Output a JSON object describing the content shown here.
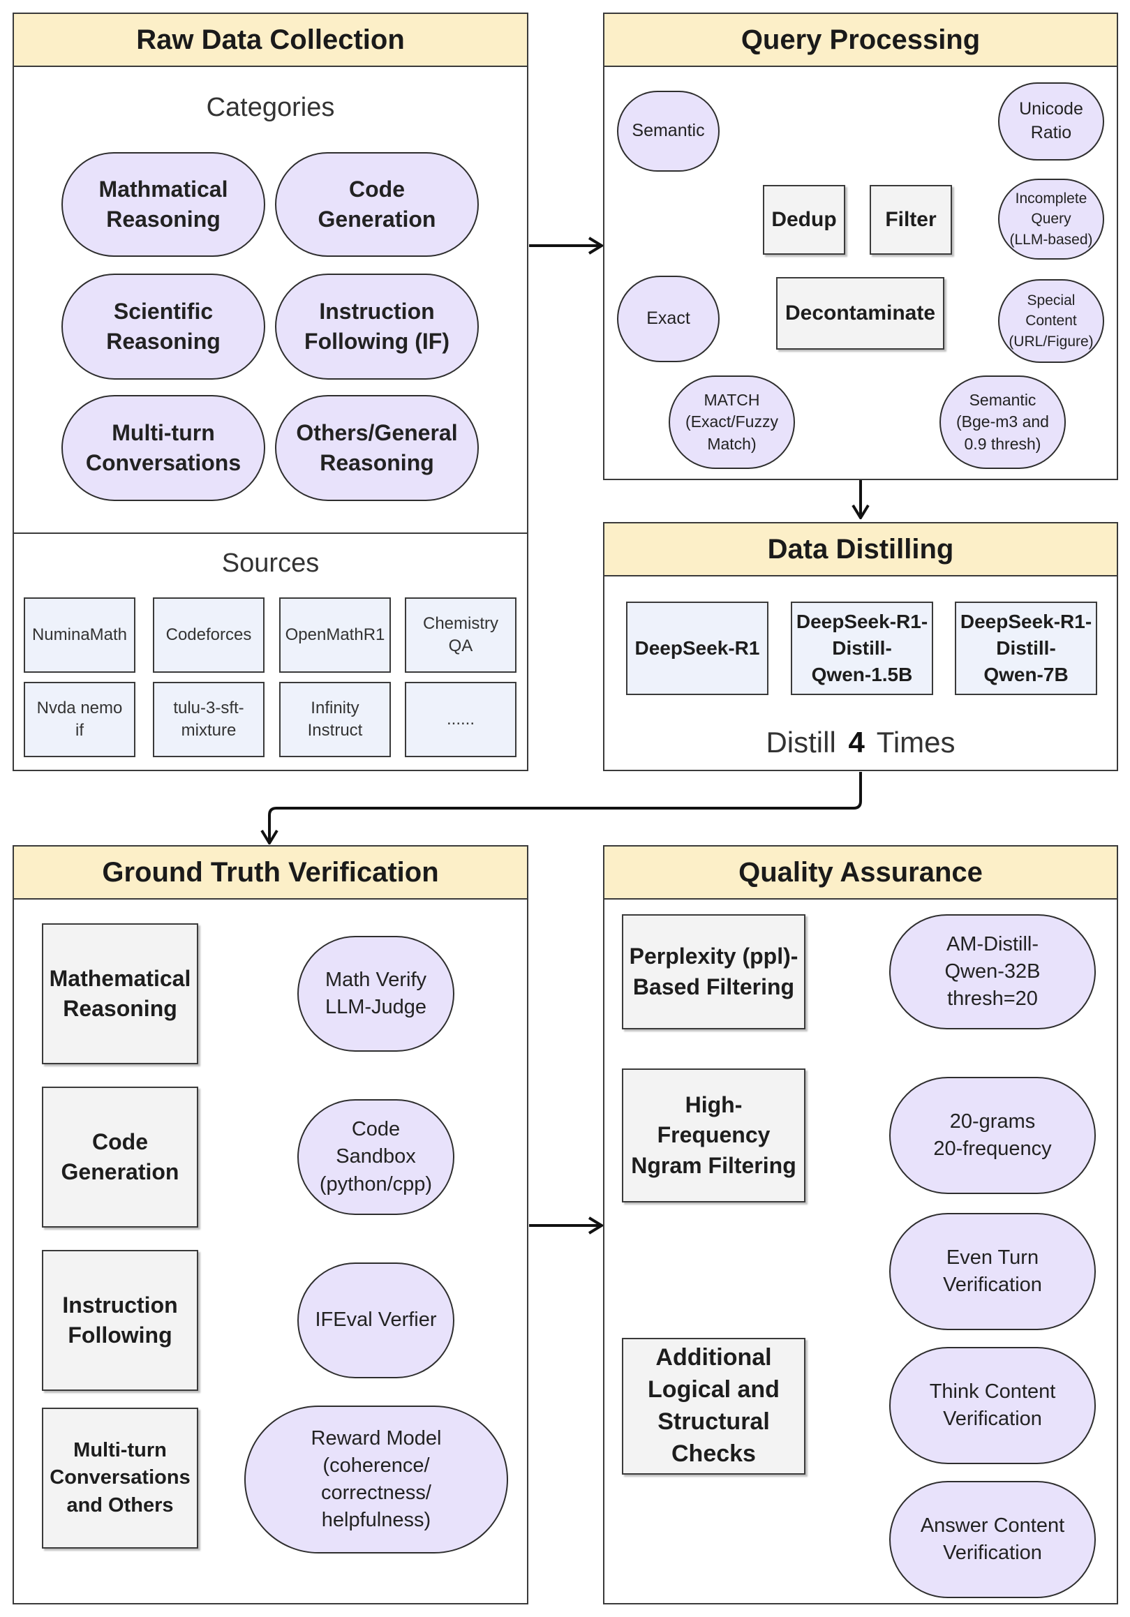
{
  "raw_data_collection": {
    "title": "Raw Data Collection",
    "categories_label": "Categories",
    "categories": [
      "Mathmatical\nReasoning",
      "Code\nGeneration",
      "Scientific\nReasoning",
      "Instruction\nFollowing (IF)",
      "Multi-turn\nConversations",
      "Others/General\nReasoning"
    ],
    "sources_label": "Sources",
    "sources": [
      "NuminaMath",
      "Codeforces",
      "OpenMathR1",
      "Chemistry\nQA",
      "Nvda nemo\nif",
      "tulu-3-sft-\nmixture",
      "Infinity\nInstruct",
      "......"
    ]
  },
  "query_processing": {
    "title": "Query Processing",
    "semantic": "Semantic",
    "exact": "Exact",
    "dedup": "Dedup",
    "filter": "Filter",
    "decontaminate": "Decontaminate",
    "unicode_ratio": "Unicode\nRatio",
    "incomplete_query": "Incomplete\nQuery\n(LLM-based)",
    "special_content": "Special\nContent\n(URL/Figure)",
    "match": "MATCH\n(Exact/Fuzzy\nMatch)",
    "semantic_bge": "Semantic\n(Bge-m3 and\n0.9 thresh)"
  },
  "data_distilling": {
    "title": "Data Distilling",
    "models": [
      "DeepSeek-R1",
      "DeepSeek-R1-\nDistill-\nQwen-1.5B",
      "DeepSeek-R1-\nDistill-\nQwen-7B"
    ],
    "distill_prefix": "Distill",
    "distill_count": "4",
    "distill_suffix": "Times"
  },
  "ground_truth": {
    "title": "Ground Truth Verification",
    "rows": [
      {
        "task": "Mathematical\nReasoning",
        "method": "Math Verify\nLLM-Judge"
      },
      {
        "task": "Code\nGeneration",
        "method": "Code\nSandbox\n(python/cpp)"
      },
      {
        "task": "Instruction\nFollowing",
        "method": "IFEval Verfier"
      },
      {
        "task": "Multi-turn\nConversations\nand Others",
        "method": "Reward Model\n(coherence/\ncorrectness/\nhelpfulness)"
      }
    ]
  },
  "quality_assurance": {
    "title": "Quality Assurance",
    "ppl_filter": "Perplexity (ppl)-\nBased Filtering",
    "ppl_method": "AM-Distill-\nQwen-32B\nthresh=20",
    "ngram_filter": "High-\nFrequency\nNgram Filtering",
    "ngram_method": "20-grams\n20-frequency",
    "checks": "Additional\nLogical and\nStructural\nChecks",
    "check_items": [
      "Even Turn\nVerification",
      "Think Content\nVerification",
      "Answer Content\nVerification"
    ]
  },
  "colors": {
    "header": "#fcefc8",
    "oval": "#e8e2fb",
    "source_box": "#eef2fb",
    "gray_box": "#f3f3f3"
  }
}
